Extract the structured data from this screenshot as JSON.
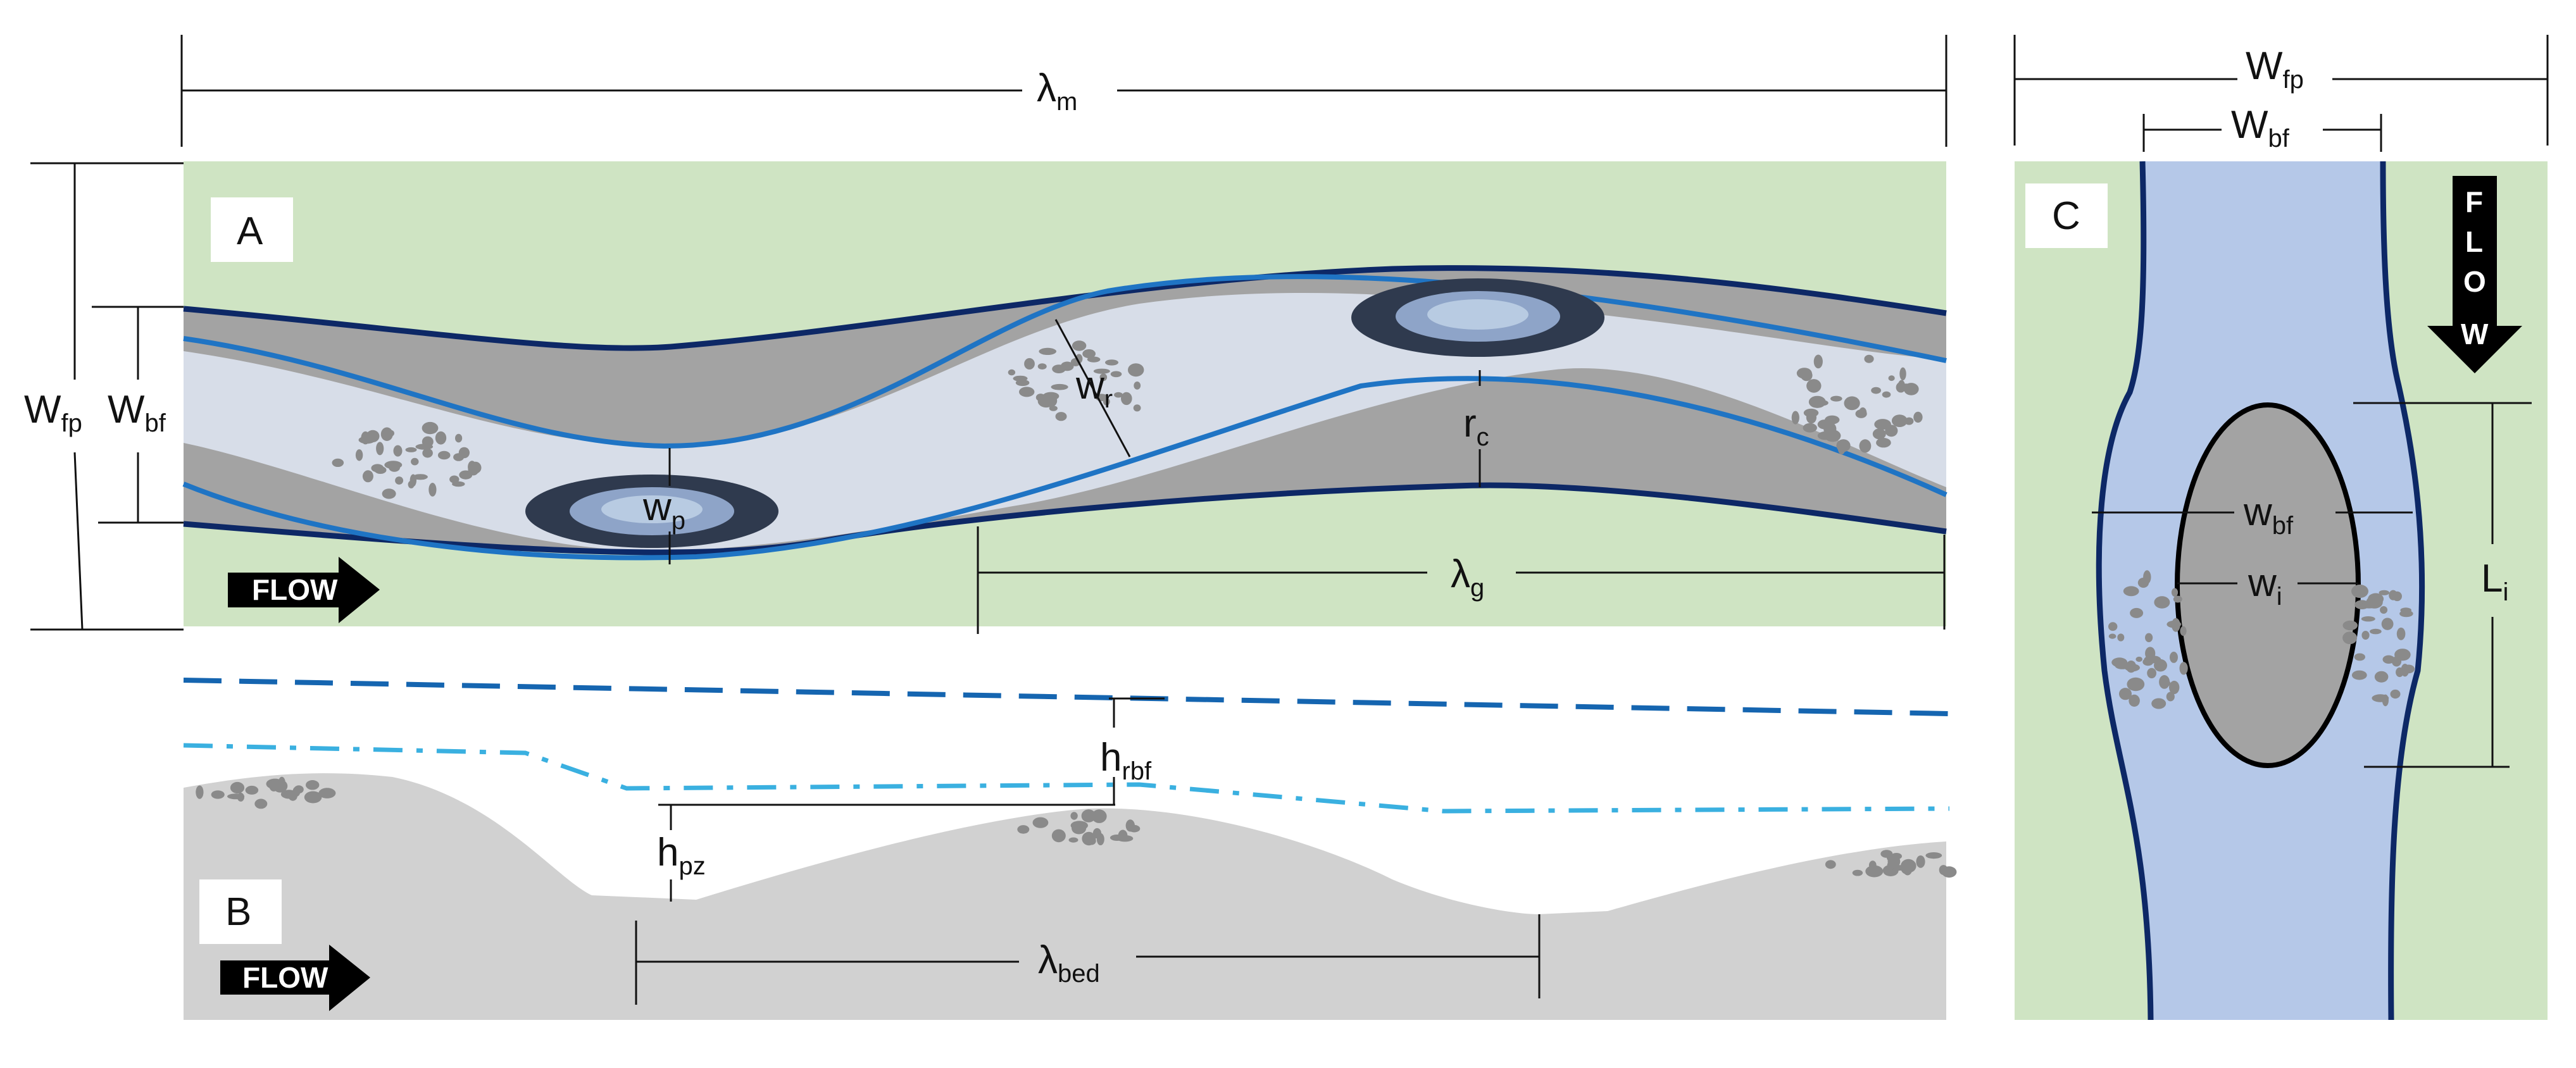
{
  "colors": {
    "floodplain": "#cfe4c3",
    "channel_water": "#d7dde8",
    "bar": "#a3a3a3",
    "bank_line": "#0d2866",
    "thalweg": "#1f74c4",
    "pool_outer": "#2f3a4e",
    "pool_mid": "#8ea4c8",
    "pool_inner": "#b8cbe2",
    "bed": "#d1d1d1",
    "pebble": "#8a8a8a",
    "bankfull_dash": "#1565b0",
    "water_dashdot": "#3ab0e0",
    "panel_c_water": "#b5c8e8",
    "island": "#a3a3a3"
  },
  "panels": {
    "a": {
      "letter": "A",
      "flow_label": "FLOW",
      "labels": {
        "lambda_m": {
          "main": "λ",
          "sub": "m"
        },
        "w_fp": {
          "main": "W",
          "sub": "fp"
        },
        "w_bf": {
          "main": "W",
          "sub": "bf"
        },
        "w_r": {
          "main": "w",
          "sub": "r"
        },
        "r_c": {
          "main": "r",
          "sub": "c"
        },
        "w_p": {
          "main": "w",
          "sub": "p"
        },
        "lambda_g": {
          "main": "λ",
          "sub": "g"
        }
      }
    },
    "b": {
      "letter": "B",
      "flow_label": "FLOW",
      "labels": {
        "h_rbf": {
          "main": "h",
          "sub": "rbf"
        },
        "h_pz": {
          "main": "h",
          "sub": "pz"
        },
        "lambda_bed": {
          "main": "λ",
          "sub": "bed"
        }
      }
    },
    "c": {
      "letter": "C",
      "flow_letters": [
        "F",
        "L",
        "O",
        "W"
      ],
      "labels": {
        "w_fp": {
          "main": "W",
          "sub": "fp"
        },
        "w_bf_top": {
          "main": "W",
          "sub": "bf"
        },
        "w_bf_inner": {
          "main": "w",
          "sub": "bf"
        },
        "w_i": {
          "main": "w",
          "sub": "i"
        },
        "l_i": {
          "main": "L",
          "sub": "i"
        }
      }
    }
  }
}
